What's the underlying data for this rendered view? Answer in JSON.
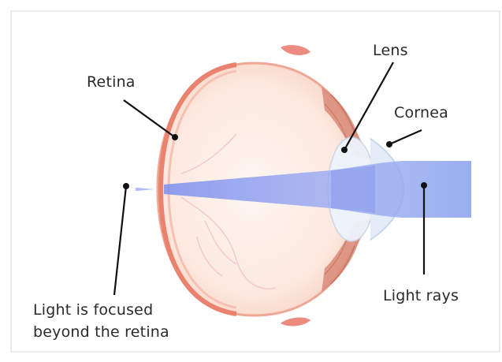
{
  "labels": {
    "retina": "Retina",
    "lens": "Lens",
    "cornea": "Cornea",
    "light_rays": "Light rays",
    "focus_line1": "Light is focused",
    "focus_line2": "beyond the retina"
  },
  "colors": {
    "eye_fill": "#fbe6dc",
    "eye_outline": "#ef9a8a",
    "retina": "#e9826f",
    "muscle": "#d98a78",
    "light_beam": "#8a9ff2",
    "cornea": "#d6e4f5",
    "lines": "#111111"
  }
}
